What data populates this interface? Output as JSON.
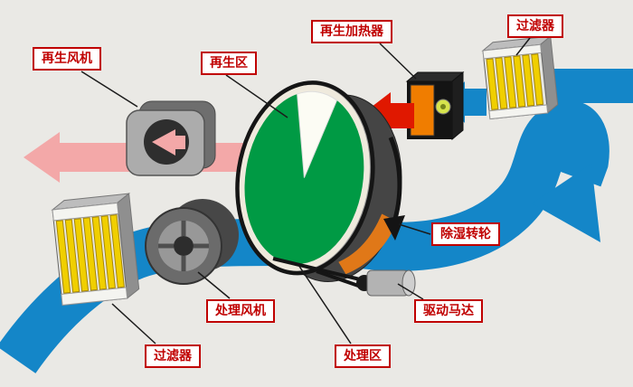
{
  "labels": {
    "regen_fan": "再生风机",
    "regen_zone": "再生区",
    "regen_heater": "再生加热器",
    "filter_top": "过滤器",
    "dehumid_wheel": "除湿转轮",
    "drive_motor": "驱动马达",
    "process_fan": "处理风机",
    "process_zone": "处理区",
    "filter_bottom": "过滤器"
  },
  "colors": {
    "background": "#eae9e5",
    "process_air_blue": "#1486c8",
    "regen_exhaust_pink": "#f3a8a8",
    "hot_air_red": "#e01800",
    "wheel_green": "#009a44",
    "wheel_rim_gray": "#454545",
    "wheel_face_ivory": "#efeadd",
    "heater_orange": "#f07d00",
    "heater_indicator_lime": "#d6e44c",
    "filter_yellow": "#f0cf00",
    "label_red": "#c00000",
    "leader_line_black": "#1b1b1b"
  }
}
